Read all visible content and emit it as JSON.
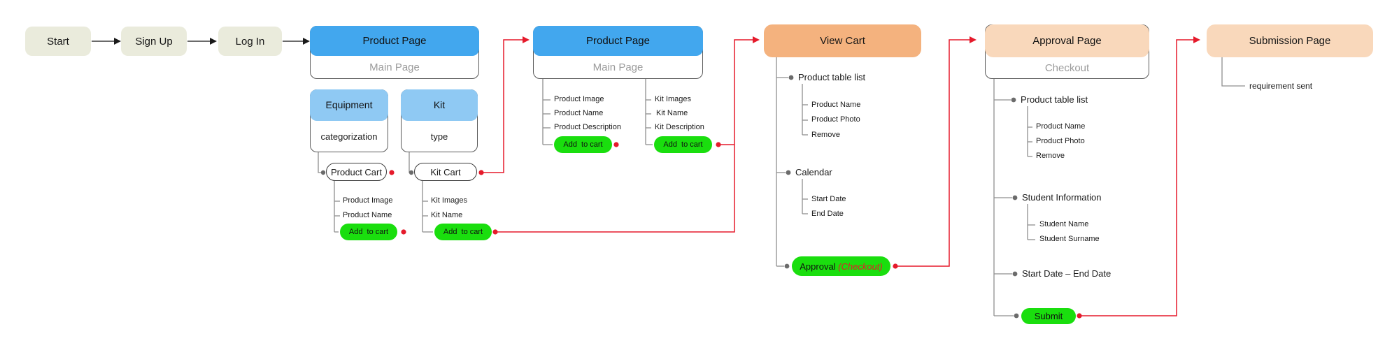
{
  "diagram": {
    "flow_nodes": {
      "start": "Start",
      "sign_up": "Sign Up",
      "log_in": "Log In"
    },
    "product_page_1": {
      "title": "Product Page",
      "subtitle": "Main Page",
      "equipment": {
        "title": "Equipment",
        "subtitle": "categorization"
      },
      "kit": {
        "title": "Kit",
        "subtitle": "type"
      },
      "product_cart": {
        "label": "Product Cart",
        "items": [
          "Product Image",
          "Product Name"
        ],
        "add_to_cart": "Add  to cart"
      },
      "kit_cart": {
        "label": "Kit Cart",
        "items": [
          "Kit Images",
          "Kit Name"
        ],
        "add_to_cart": "Add  to cart"
      }
    },
    "product_page_2": {
      "title": "Product Page",
      "subtitle": "Main Page",
      "product_branch": {
        "items": [
          "Product Image",
          "Product Name",
          "Product Description"
        ],
        "add_to_cart": "Add  to cart"
      },
      "kit_branch": {
        "items": [
          "Kit Images",
          "Kit Name",
          "Kit Description"
        ],
        "add_to_cart": "Add  to cart"
      }
    },
    "view_cart": {
      "title": "View Cart",
      "product_table_list": {
        "label": "Product table list",
        "items": [
          "Product Name",
          "Product Photo",
          "Remove"
        ]
      },
      "calendar": {
        "label": "Calendar",
        "items": [
          "Start Date",
          "End Date"
        ]
      },
      "approval": {
        "label": "Approval ",
        "note": "(Checkout)"
      }
    },
    "approval_page": {
      "title": "Approval Page",
      "subtitle": "Checkout",
      "product_table_list": {
        "label": "Product table list",
        "items": [
          "Product Name",
          "Product Photo",
          "Remove"
        ]
      },
      "student_information": {
        "label": "Student Information",
        "items": [
          "Student Name",
          "Student Surname"
        ]
      },
      "date_range": "Start Date – End Date",
      "submit": "Submit"
    },
    "submission_page": {
      "title": "Submission Page",
      "note": "requirement sent"
    },
    "colors": {
      "page_header_blue": "#42a7ee",
      "category_light_blue": "#8fc9f3",
      "view_cart_orange": "#f4b27e",
      "page_peach": "#f9d8bb",
      "start_beige": "#eaebdc",
      "action_green": "#1ade0e",
      "route_red": "#e51a2b",
      "connector_gray": "#8f8f8f"
    }
  }
}
